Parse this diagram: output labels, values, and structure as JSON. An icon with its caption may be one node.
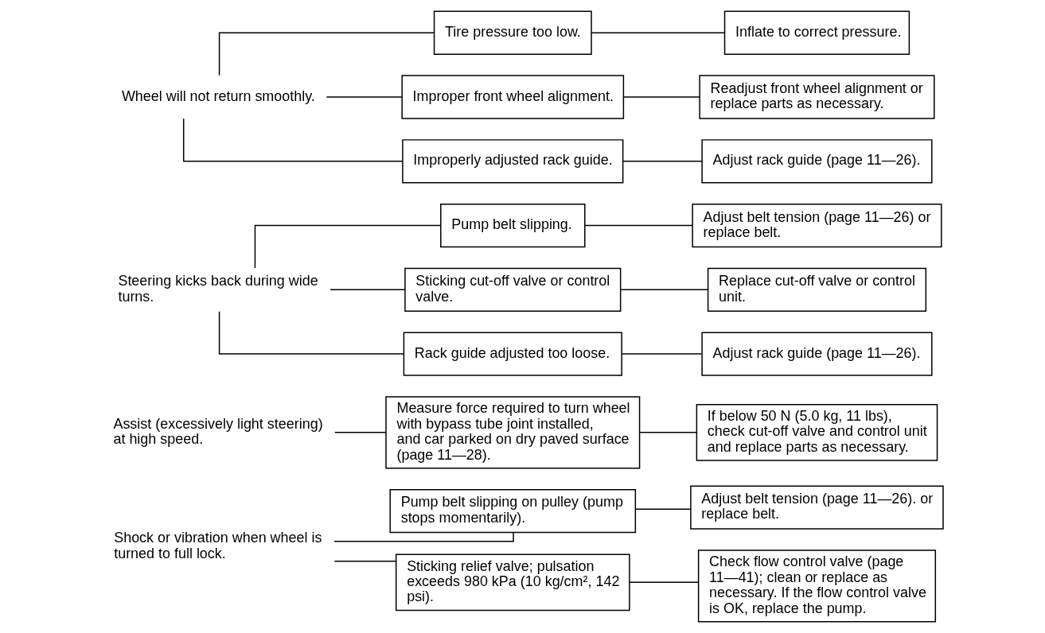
{
  "diagram": {
    "nodes": [
      {
        "text": [
          "Shock or vibration when wheel is turned to full lock."
        ]
      },
      {
        "text": [
          "Pump belt slipping on pulley (pump stops momentarily)."
        ]
      },
      {
        "text": [
          "Adjust belt tension (page 11—26). or replace belt."
        ]
      },
      {
        "text": [
          "Sticking relief valve; pulsation exceeds 980 kPa (10 kg/cm², 142 psi)."
        ]
      },
      {
        "text": [
          "Check flow control valve (page 11—41); clean or replace as necessary. If the flow control valve is OK, replace the pump."
        ]
      },
      {
        "text": [
          "Assist (excessively light steering) at high speed."
        ]
      },
      {
        "text": [
          "Measure force required to turn wheel with bypass tube joint installed, and car parked on dry paved surface (page 11—28)."
        ]
      },
      {
        "text": [
          "If below 50 N (5.0 kg, 11 lbs), check cut-off valve and control unit and replace parts as necessary."
        ]
      },
      {
        "text": [
          "Steering kicks back during wide turns."
        ]
      },
      {
        "text": [
          "Pump belt slipping."
        ]
      },
      {
        "text": [
          "Adjust belt tension (page 11—26) or replace belt."
        ]
      },
      {
        "text": [
          "Sticking cut-off valve or control valve."
        ]
      },
      {
        "text": [
          "Replace cut-off valve or control unit."
        ]
      },
      {
        "text": [
          "Rack guide adjusted too loose."
        ]
      },
      {
        "text": [
          "Adjust rack guide (page 11—26)."
        ]
      },
      {
        "text": [
          "Wheel will not return smoothly."
        ]
      },
      {
        "text": [
          "Tire pressure too low."
        ]
      },
      {
        "text": [
          "Inflate to correct pressure."
        ]
      },
      {
        "text": [
          "Improper front wheel alignment."
        ]
      },
      {
        "text": [
          "Readjust front wheel alignment or replace parts as necessary."
        ]
      },
      {
        "text": [
          "Improperly adjusted rack guide."
        ]
      },
      {
        "text": [
          "Adjust rack guide (page 11—26)."
        ]
      }
    ],
    "edges": [
      {
        "from": 0,
        "to": 1,
        "arrow": "none"
      },
      {
        "from": 1,
        "to": 2,
        "arrow": "none"
      },
      {
        "from": 0,
        "to": 3,
        "arrow": "none"
      },
      {
        "from": 3,
        "to": 4,
        "arrow": "none"
      },
      {
        "from": 5,
        "to": 6,
        "arrow": "none"
      },
      {
        "from": 6,
        "to": 7,
        "arrow": "none"
      },
      {
        "from": 8,
        "to": 9,
        "arrow": "none"
      },
      {
        "from": 9,
        "to": 10,
        "arrow": "none"
      },
      {
        "from": 8,
        "to": 11,
        "arrow": "none"
      },
      {
        "from": 11,
        "to": 12,
        "arrow": "none"
      },
      {
        "from": 8,
        "to": 13,
        "arrow": "none"
      },
      {
        "from": 13,
        "to": 14,
        "arrow": "none"
      },
      {
        "from": 15,
        "to": 16,
        "arrow": "none"
      },
      {
        "from": 16,
        "to": 17,
        "arrow": "none"
      },
      {
        "from": 15,
        "to": 18,
        "arrow": "none"
      },
      {
        "from": 18,
        "to": 19,
        "arrow": "none"
      },
      {
        "from": 15,
        "to": 20,
        "arrow": "none"
      },
      {
        "from": 20,
        "to": 21,
        "arrow": "none"
      }
    ]
  }
}
